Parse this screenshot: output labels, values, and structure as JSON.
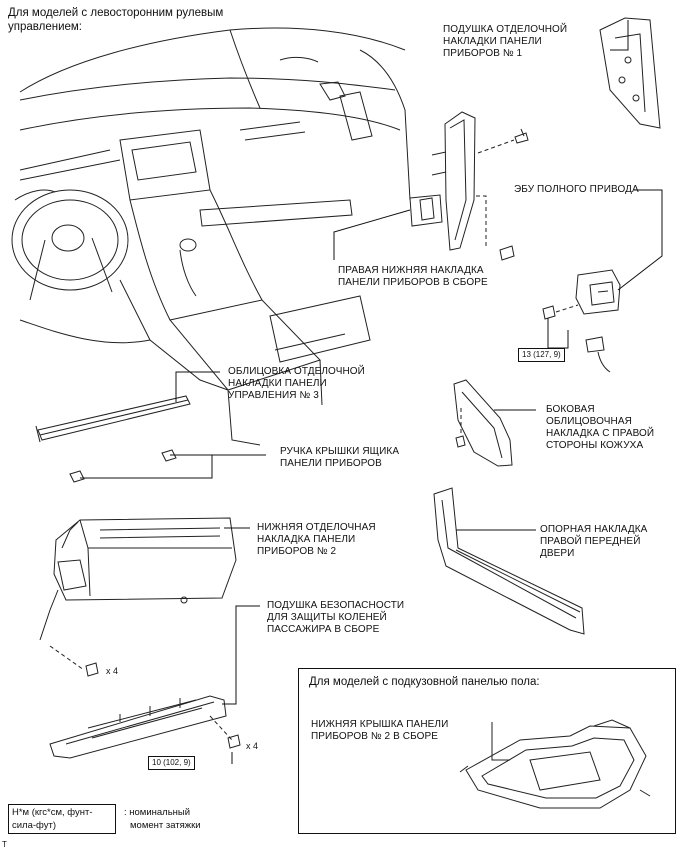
{
  "header": {
    "line1": "Для моделей с левосторонним рулевым",
    "line2": "управлением:"
  },
  "labels": {
    "pad1": [
      "ПОДУШКА ОТДЕЛОЧНОЙ",
      "НАКЛАДКИ ПАНЕЛИ",
      "ПРИБОРОВ № 1"
    ],
    "ecu": "ЭБУ ПОЛНОГО ПРИВОДА",
    "right_lower": [
      "ПРАВАЯ НИЖНЯЯ НАКЛАДКА",
      "ПАНЕЛИ ПРИБОРОВ В СБОРЕ"
    ],
    "trim3": [
      "ОБЛИЦОВКА ОТДЕЛОЧНОЙ",
      "НАКЛАДКИ ПАНЕЛИ",
      "УПРАВЛЕНИЯ № 3"
    ],
    "side_trim": [
      "БОКОВАЯ",
      "ОБЛИЦОВОЧНАЯ",
      "НАКЛАДКА С ПРАВОЙ",
      "СТОРОНЫ КОЖУХА"
    ],
    "handle": [
      "РУЧКА КРЫШКИ ЯЩИКА",
      "ПАНЕЛИ ПРИБОРОВ"
    ],
    "lower2": [
      "НИЖНЯЯ ОТДЕЛОЧНАЯ",
      "НАКЛАДКА ПАНЕЛИ",
      "ПРИБОРОВ № 2"
    ],
    "scuff": [
      "ОПОРНАЯ НАКЛАДКА",
      "ПРАВОЙ ПЕРЕДНЕЙ",
      "ДВЕРИ"
    ],
    "knee_airbag": [
      "ПОДУШКА БЕЗОПАСНОСТИ",
      "ДЛЯ ЗАЩИТЫ КОЛЕНЕЙ",
      "ПАССАЖИРА В СБОРЕ"
    ]
  },
  "torques": {
    "ecu_bolt": "13 (127, 9)",
    "airbag_bolt": "10 (102, 9)"
  },
  "counts": {
    "bracket_bolts": "x 4",
    "airbag_bolts": "x 4"
  },
  "inset": {
    "title": "Для моделей с подкузовной панелью пола:",
    "part": [
      "НИЖНЯЯ КРЫШКА ПАНЕЛИ",
      "ПРИБОРОВ № 2 В СБОРЕ"
    ]
  },
  "legend": {
    "unit": [
      "Н*м (кгс*см, фунт-",
      "сила-фут)"
    ],
    "meaning": [
      "номинальный",
      "момент затяжки"
    ],
    "colon": ":"
  },
  "footer_mark": "T"
}
